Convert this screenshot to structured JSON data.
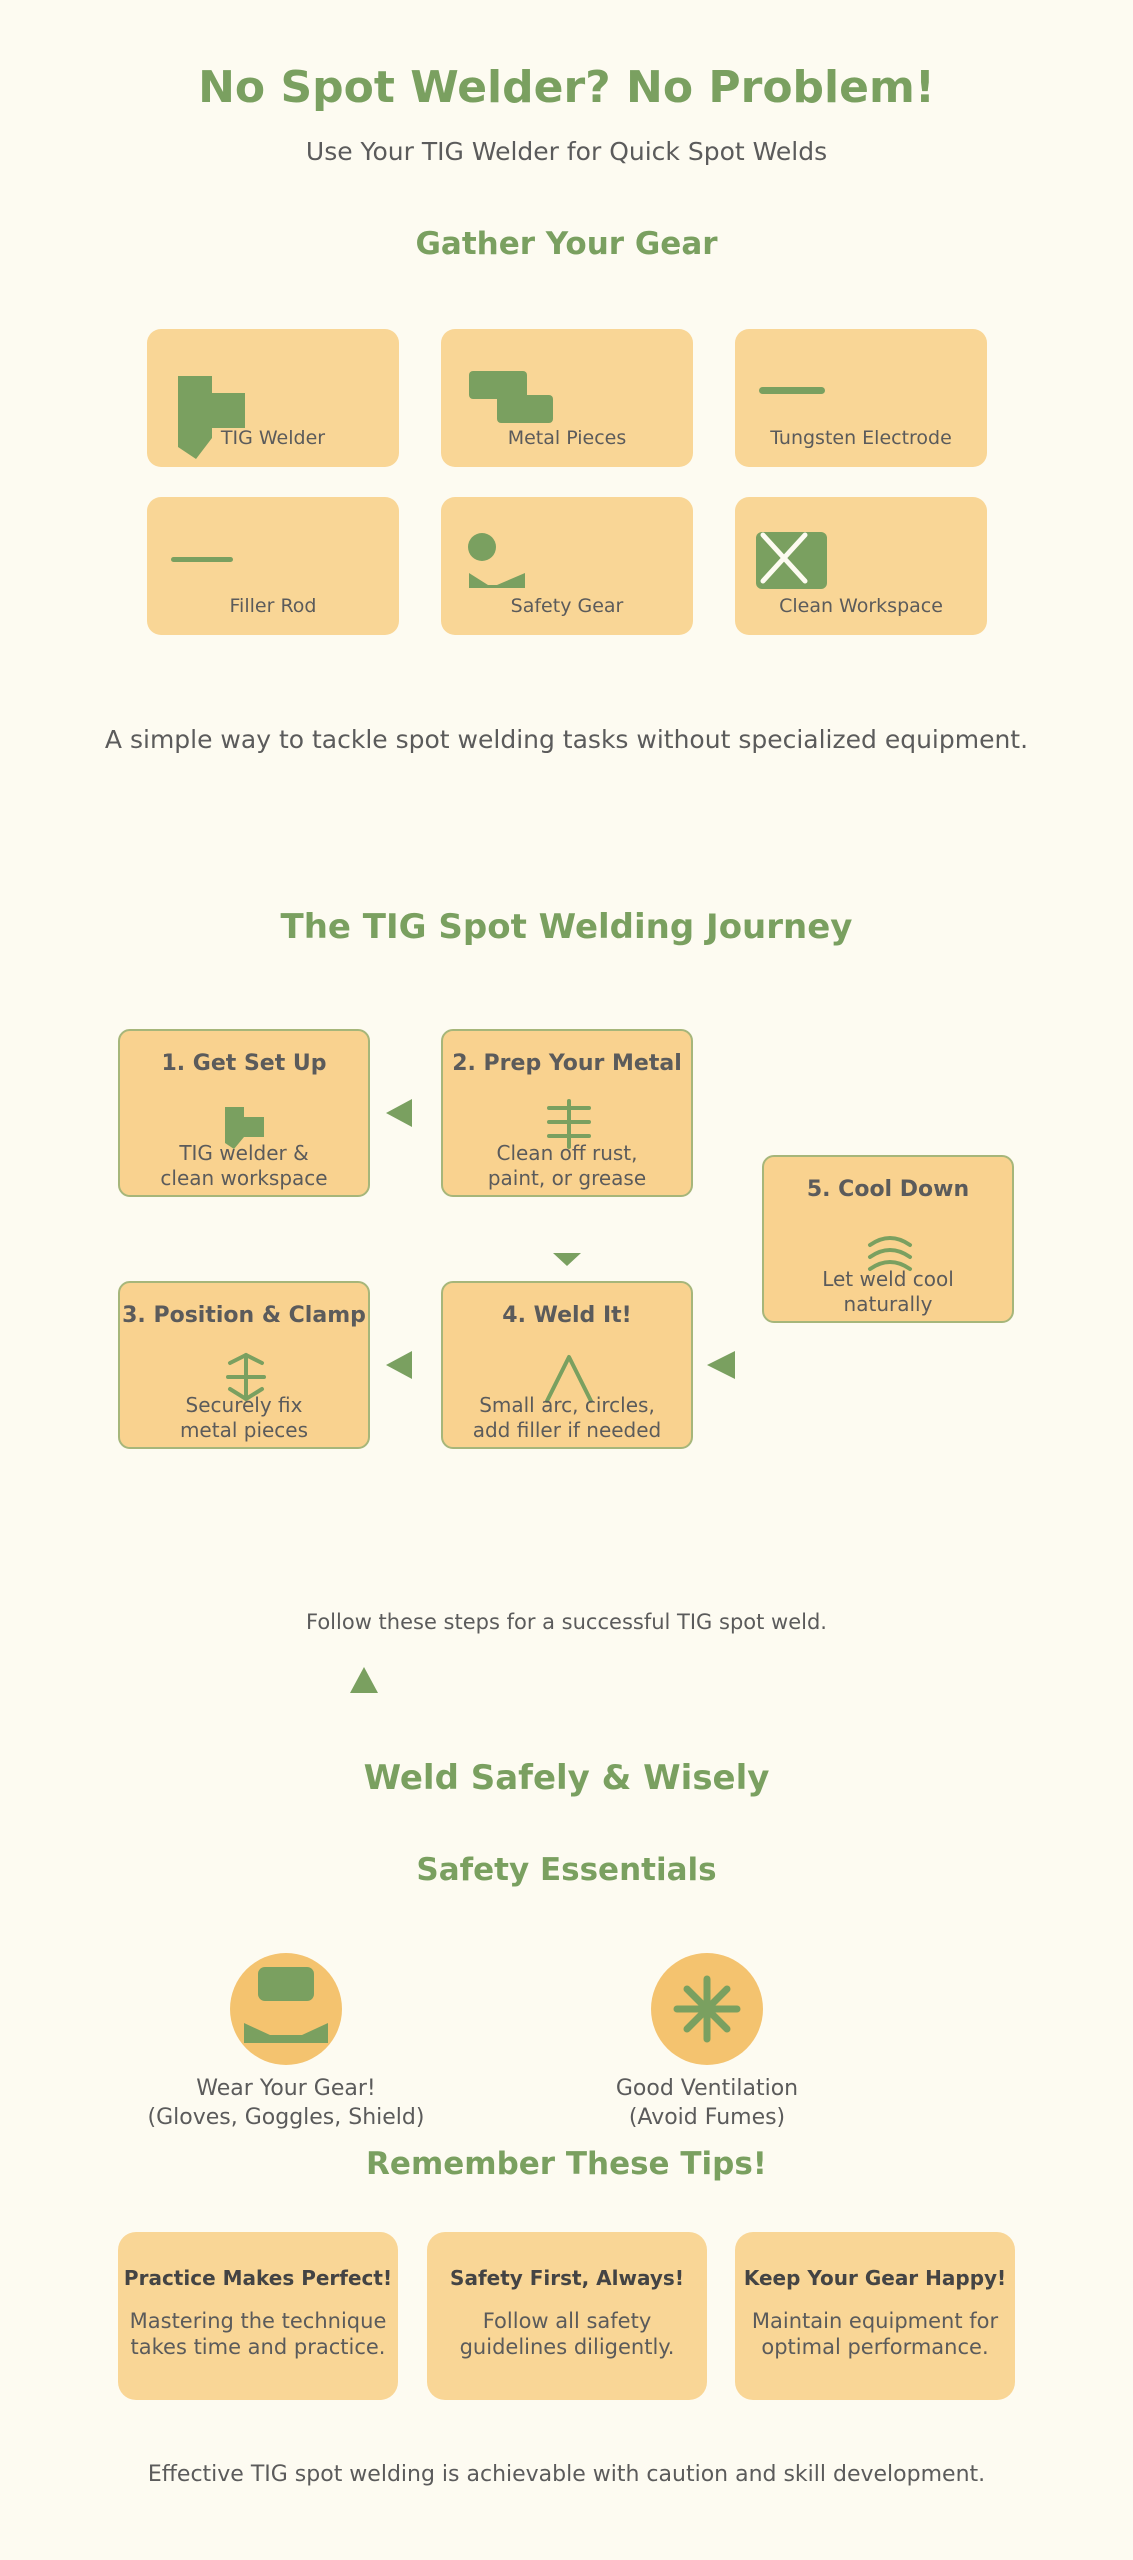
{
  "header": {
    "title": "No Spot Welder? No Problem!",
    "subtitle": "Use Your TIG Welder for Quick Spot Welds"
  },
  "gear": {
    "heading": "Gather Your Gear",
    "items": [
      {
        "label": "TIG Welder",
        "icon": "tig-welder-icon"
      },
      {
        "label": "Metal Pieces",
        "icon": "metal-pieces-icon"
      },
      {
        "label": "Tungsten Electrode",
        "icon": "tungsten-electrode-icon"
      },
      {
        "label": "Filler Rod",
        "icon": "filler-rod-icon"
      },
      {
        "label": "Safety Gear",
        "icon": "safety-gear-icon"
      },
      {
        "label": "Clean Workspace",
        "icon": "clean-workspace-icon"
      }
    ],
    "summary": "A simple way to tackle spot welding tasks without specialized equipment."
  },
  "journey": {
    "heading": "The TIG Spot Welding Journey",
    "steps": [
      {
        "title": "1. Get Set Up",
        "desc": "TIG welder &\nclean workspace"
      },
      {
        "title": "2. Prep Your Metal",
        "desc": "Clean off rust,\npaint, or grease"
      },
      {
        "title": "3. Position & Clamp",
        "desc": "Securely fix\nmetal pieces"
      },
      {
        "title": "4. Weld It!",
        "desc": "Small arc, circles,\nadd filler if needed"
      },
      {
        "title": "5. Cool Down",
        "desc": "Let weld cool\nnaturally"
      }
    ],
    "footer": "Follow these steps for a successful TIG spot weld."
  },
  "safety": {
    "heading": "Weld Safely & Wisely",
    "essentials_heading": "Safety Essentials",
    "essentials": [
      {
        "label": "Wear Your Gear!\n(Gloves, Goggles, Shield)",
        "icon": "protective-gear-icon"
      },
      {
        "label": "Good Ventilation\n(Avoid Fumes)",
        "icon": "ventilation-icon"
      }
    ],
    "tips_heading": "Remember These Tips!",
    "tips": [
      {
        "title": "Practice Makes Perfect!",
        "desc": "Mastering the technique\ntakes time and practice."
      },
      {
        "title": "Safety First, Always!",
        "desc": "Follow all safety\nguidelines diligently."
      },
      {
        "title": "Keep Your Gear Happy!",
        "desc": "Maintain equipment for\noptimal performance."
      }
    ],
    "closing": "Effective TIG spot welding is achievable with caution and skill development."
  },
  "colors": {
    "background": "#fdfbf1",
    "accent_green": "#7aa060",
    "card_fill": "#f9d696",
    "text": "#5b5b5b"
  }
}
